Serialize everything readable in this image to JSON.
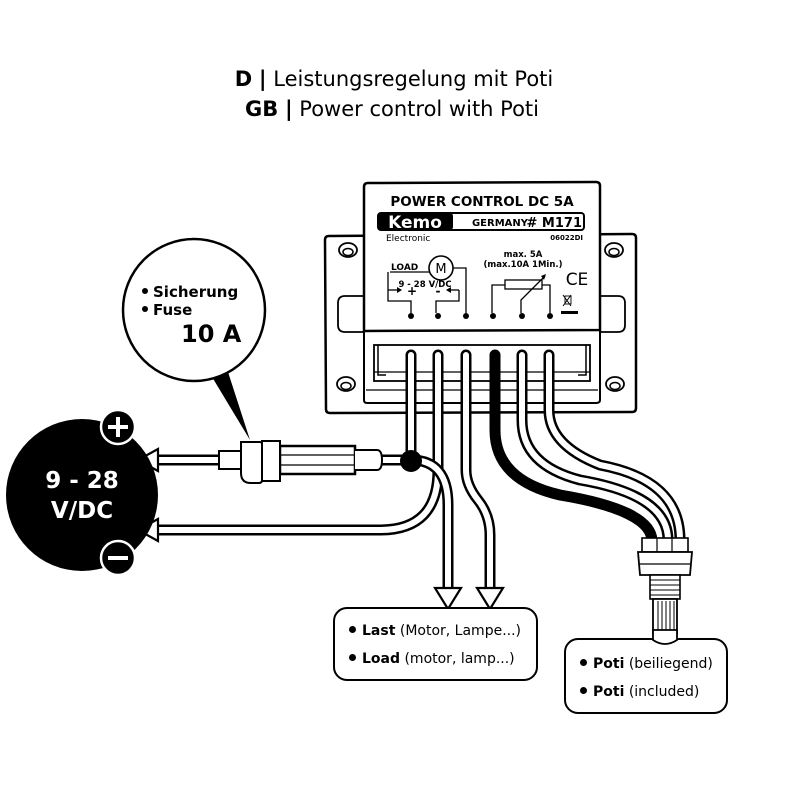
{
  "title": {
    "line1": {
      "lang": "D",
      "sep": "|",
      "text": "Leistungsregelung mit Poti"
    },
    "line2": {
      "lang": "GB",
      "sep": "|",
      "text": "Power control with Poti"
    }
  },
  "module": {
    "header": "POWER CONTROL DC 5A",
    "brand": "Kemo",
    "brand_sub": "Electronic",
    "country": "GERMANY",
    "model": "# M171",
    "code": "06022DI",
    "load_label": "LOAD",
    "motor_symbol": "M",
    "voltage": "9 - 28 V/DC",
    "plus": "+",
    "minus": "-",
    "rating1": "max. 5A",
    "rating2": "(max.10A 1Min.)",
    "ce_mark": "CE",
    "terminals": 6
  },
  "fuse_callout": {
    "line1": "Sicherung",
    "line2": "Fuse",
    "rating": "10 A"
  },
  "power_source": {
    "line1": "9 - 28",
    "line2": "V/DC",
    "plus_symbol": "+",
    "minus_symbol": "−"
  },
  "load_box": {
    "items": [
      {
        "bold": "Last",
        "rest": " (Motor, Lampe...)"
      },
      {
        "bold": "Load",
        "rest": " (motor, lamp...)"
      }
    ]
  },
  "poti_box": {
    "items": [
      {
        "bold": "Poti",
        "rest": " (beiliegend)"
      },
      {
        "bold": "Poti",
        "rest": " (included)"
      }
    ]
  }
}
